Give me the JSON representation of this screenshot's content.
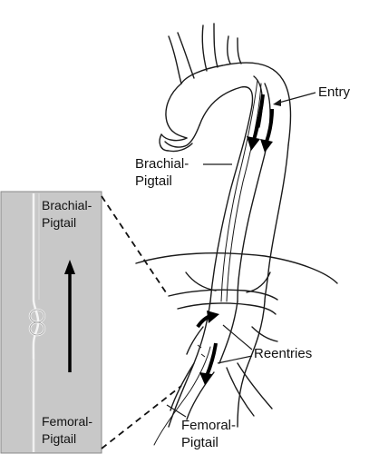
{
  "labels": {
    "entry": "Entry",
    "brachial_line1": "Brachial-",
    "brachial_line2": "Pigtail",
    "reentries": "Reentries",
    "femoral_line1": "Femoral-",
    "femoral_line2": "Pigtail"
  },
  "inset_labels": {
    "brachial_line1": "Brachial-",
    "brachial_line2": "Pigtail",
    "femoral_line1": "Femoral-",
    "femoral_line2": "Pigtail"
  },
  "colors": {
    "inset_background": "#c9c9c9",
    "line": "#1a1a1a",
    "arrow": "#000000"
  }
}
